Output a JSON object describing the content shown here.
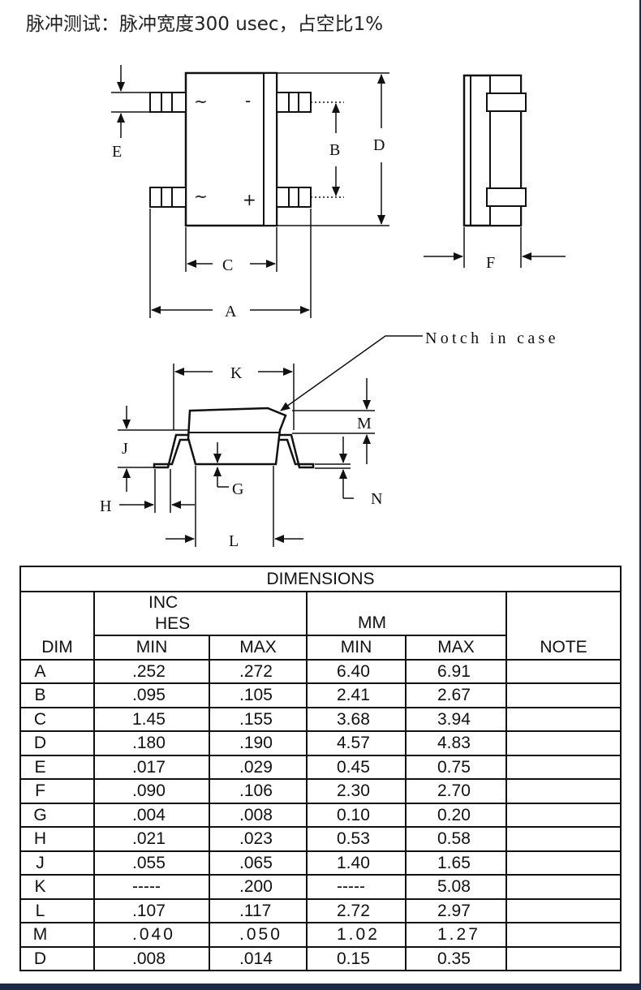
{
  "heading": "脉冲测试：脉冲宽度300 usec，占空比1%",
  "drawing": {
    "labels": {
      "A": "A",
      "B": "B",
      "C": "C",
      "D": "D",
      "E": "E",
      "F": "F",
      "G": "G",
      "H": "H",
      "J": "J",
      "K": "K",
      "L": "L",
      "M": "M",
      "N": "N"
    },
    "pin_symbols": {
      "tilde": "~",
      "minus": "-",
      "plus": "+"
    },
    "notch_note": "Notch in case"
  },
  "table": {
    "title": "DIMENSIONS",
    "inches_header_line1": "INC",
    "inches_header_line2": "HES",
    "mm_header": "MM",
    "dim_header": "DIM",
    "note_header": "NOTE",
    "min_label": "MIN",
    "max_label": "MAX",
    "rows": [
      {
        "dim": "A",
        "in_min": ".252",
        "in_max": ".272",
        "mm_min": "6.40",
        "mm_max": "6.91",
        "note": ""
      },
      {
        "dim": "B",
        "in_min": ".095",
        "in_max": ".105",
        "mm_min": "2.41",
        "mm_max": "2.67",
        "note": ""
      },
      {
        "dim": "C",
        "in_min": "1.45",
        "in_max": ".155",
        "mm_min": "3.68",
        "mm_max": "3.94",
        "note": ""
      },
      {
        "dim": "D",
        "in_min": ".180",
        "in_max": ".190",
        "mm_min": "4.57",
        "mm_max": "4.83",
        "note": ""
      },
      {
        "dim": "E",
        "in_min": ".017",
        "in_max": ".029",
        "mm_min": "0.45",
        "mm_max": "0.75",
        "note": ""
      },
      {
        "dim": "F",
        "in_min": ".090",
        "in_max": ".106",
        "mm_min": "2.30",
        "mm_max": "2.70",
        "note": ""
      },
      {
        "dim": "G",
        "in_min": ".004",
        "in_max": ".008",
        "mm_min": "0.10",
        "mm_max": "0.20",
        "note": ""
      },
      {
        "dim": "H",
        "in_min": ".021",
        "in_max": ".023",
        "mm_min": "0.53",
        "mm_max": "0.58",
        "note": ""
      },
      {
        "dim": "J",
        "in_min": ".055",
        "in_max": ".065",
        "mm_min": "1.40",
        "mm_max": "1.65",
        "note": ""
      },
      {
        "dim": "K",
        "in_min": "-----",
        "in_max": ".200",
        "mm_min": "-----",
        "mm_max": "5.08",
        "note": ""
      },
      {
        "dim": "L",
        "in_min": ".107",
        "in_max": ".117",
        "mm_min": "2.72",
        "mm_max": "2.97",
        "note": ""
      },
      {
        "dim": "M",
        "in_min": ".040",
        "in_max": ".050",
        "mm_min": "1.02",
        "mm_max": "1.27",
        "note": ""
      },
      {
        "dim": "D",
        "in_min": ".008",
        "in_max": ".014",
        "mm_min": "0.15",
        "mm_max": "0.35",
        "note": ""
      }
    ]
  }
}
